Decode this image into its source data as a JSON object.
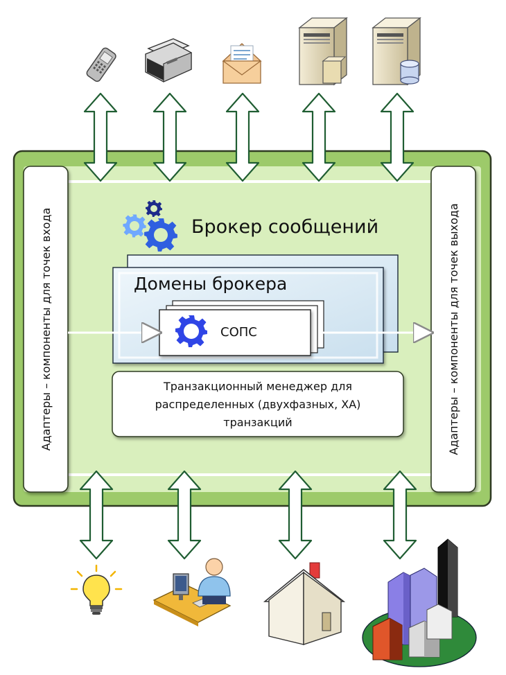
{
  "broker": {
    "title": "Брокер сообщений",
    "domains_title": "Домены брокера",
    "service_label": "СОПС"
  },
  "adapters": {
    "input_label": "Адаптеры – компоненты для точек входа",
    "output_label": "Адаптеры – компоненты для точек выхода"
  },
  "transaction_manager": {
    "line1": "Транзакционный менеджер для",
    "line2": "распределенных (двухфазных, XA)",
    "line3": "транзакций"
  },
  "top_endpoints": [
    "mobile-phone-icon",
    "printer-icon",
    "email-envelope-icon",
    "server-with-document-icon",
    "server-with-database-icon"
  ],
  "bottom_endpoints": [
    "light-bulb-icon",
    "user-at-workstation-icon",
    "house-icon",
    "city-buildings-icon"
  ],
  "colors": {
    "outer_green": "#9dca6a",
    "inner_green": "#d9efbd",
    "border_dark": "#2f3a22",
    "domain_blue": "#dcecf7",
    "gear_blue": "#2f5fe0",
    "arrow_fill": "#ffffff",
    "arrow_stroke": "#1f5d32"
  }
}
